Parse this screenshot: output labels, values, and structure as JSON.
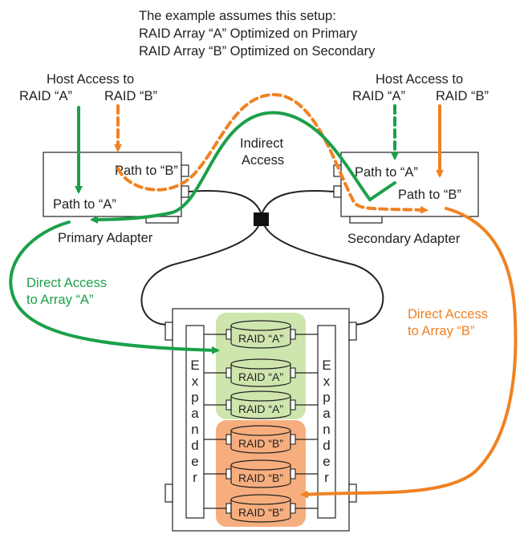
{
  "header": {
    "line1": "The example assumes this setup:",
    "line2": "RAID Array “A” Optimized on Primary",
    "line3": "RAID Array “B” Optimized on Secondary"
  },
  "left_host": {
    "title": "Host Access to",
    "raid_a": "RAID “A”",
    "raid_b": "RAID “B”"
  },
  "right_host": {
    "title": "Host Access to",
    "raid_a": "RAID “A”",
    "raid_b": "RAID “B”"
  },
  "indirect": {
    "line1": "Indirect",
    "line2": "Access"
  },
  "primary": {
    "path_b": "Path to “B”",
    "path_a": "Path to “A”",
    "caption": "Primary Adapter"
  },
  "secondary": {
    "path_a": "Path to “A”",
    "path_b": "Path to “B”",
    "caption": "Secondary Adapter"
  },
  "direct_a": {
    "line1": "Direct Access",
    "line2": "to Array “A”"
  },
  "direct_b": {
    "line1": "Direct Access",
    "line2": "to Array “B”"
  },
  "expander_letters": [
    "E",
    "x",
    "p",
    "a",
    "n",
    "d",
    "e",
    "r"
  ],
  "disks": [
    {
      "label": "RAID “A”",
      "group": "A"
    },
    {
      "label": "RAID “A”",
      "group": "A"
    },
    {
      "label": "RAID “A”",
      "group": "A"
    },
    {
      "label": "RAID “B”",
      "group": "B"
    },
    {
      "label": "RAID “B”",
      "group": "B"
    },
    {
      "label": "RAID “B”",
      "group": "B"
    }
  ],
  "colors": {
    "green": "#1ba04a",
    "orange": "#f08222",
    "green_fill": "#cfe5ae",
    "orange_fill": "#f7ae7e",
    "line": "#222222"
  }
}
